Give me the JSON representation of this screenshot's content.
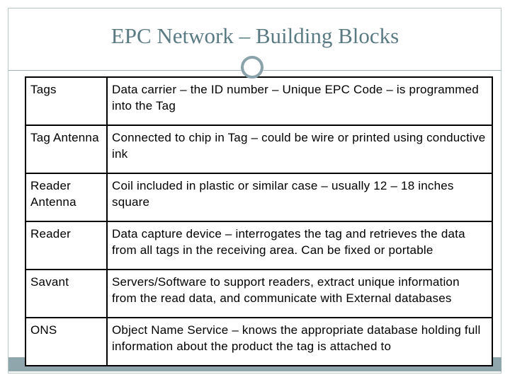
{
  "slide": {
    "title": "EPC Network – Building Blocks",
    "rows": [
      {
        "term": "Tags",
        "description": "Data carrier – the ID number – Unique EPC Code – is programmed into the Tag"
      },
      {
        "term": "Tag Antenna",
        "description": "Connected to chip in Tag – could be wire or printed using conductive ink"
      },
      {
        "term": "Reader Antenna",
        "description": "Coil included in plastic or similar case – usually 12 – 18 inches square"
      },
      {
        "term": "Reader",
        "description": "Data capture device – interrogates the tag and retrieves the data from all tags in the receiving area. Can be fixed or portable"
      },
      {
        "term": "Savant",
        "description": "Servers/Software to support readers, extract unique information from the read data, and communicate with External databases"
      },
      {
        "term": "ONS",
        "description": "Object Name Service – knows the appropriate database holding full information about the product the tag is attached to"
      }
    ]
  },
  "colors": {
    "title": "#5b7b83",
    "accent": "#8ea6ac",
    "frame": "#b9c7c9"
  }
}
